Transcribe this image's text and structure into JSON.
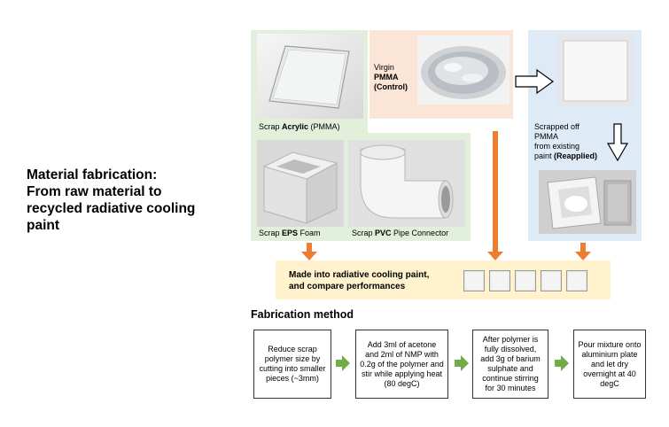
{
  "title_line1": "Material fabrication:",
  "title_line2": "From raw material to",
  "title_line3": "recycled radiative cooling",
  "title_line4": "paint",
  "labels": {
    "acrylic_pre": "Scrap ",
    "acrylic_bold": "Acrylic",
    "acrylic_post": " (PMMA)",
    "virgin_l1": "Virgin",
    "virgin_l2": "PMMA",
    "virgin_l3": "(Control)",
    "scrapped_l1": "Scrapped off",
    "scrapped_l2": "PMMA",
    "scrapped_l3": "from existing",
    "scrapped_l4_pre": "paint ",
    "scrapped_l4_bold": "(Reapplied)",
    "eps_pre": "Scrap ",
    "eps_bold": "EPS",
    "eps_post": " Foam",
    "pvc_pre": "Scrap ",
    "pvc_bold": "PVC",
    "pvc_post": " Pipe Connector"
  },
  "made_into_l1": "Made into radiative cooling paint,",
  "made_into_l2": "and compare performances",
  "fabrication_title": "Fabrication method",
  "steps": [
    "Reduce scrap polymer size by cutting into smaller pieces (~3mm)",
    "Add 3ml of acetone and 2ml of NMP with 0.2g of the polymer and stir while applying heat (80 degC)",
    "After polymer is fully dissolved, add 3g of barium sulphate and continue stirring for 30 minutes",
    "Pour mixture onto aluminium plate and let dry overnight at 40 degC"
  ],
  "colors": {
    "green_panel": "#e2efda",
    "peach_panel": "#fbe5d6",
    "blue_panel": "#deebf7",
    "yellow_panel": "#fff2cc",
    "orange_arrow": "#ed7d31",
    "green_arrow": "#70ad47"
  },
  "icons": [
    "acrylic-sheet-photo",
    "pmma-pellets-photo",
    "white-sample-photo",
    "eps-foam-photo",
    "pvc-pipe-photo",
    "reapplied-powder-photo"
  ]
}
